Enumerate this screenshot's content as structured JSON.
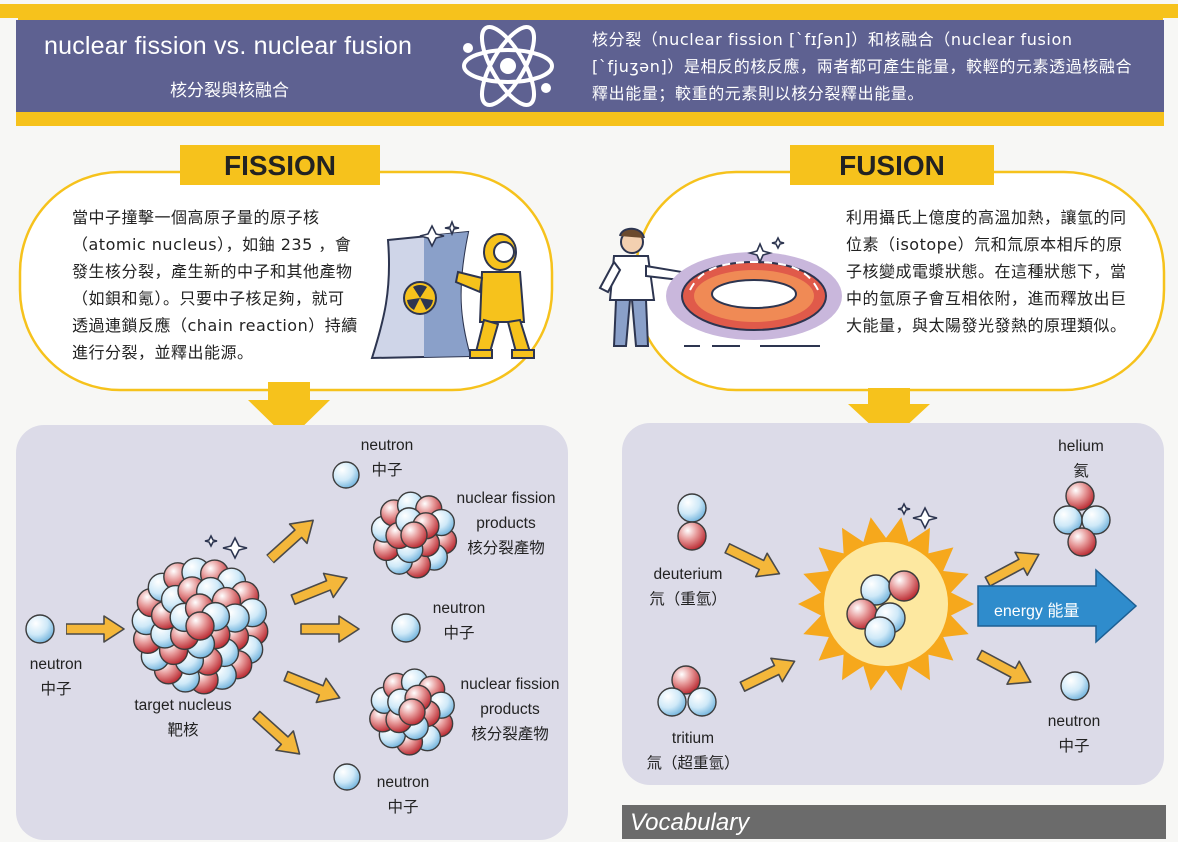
{
  "header": {
    "title": "nuclear fission vs. nuclear fusion",
    "subtitle": "核分裂與核融合",
    "description": "核分裂（nuclear fission [ˋfɪʃən]）和核融合（nuclear fusion [ˋfjuʒən]）是相反的核反應，兩者都可產生能量，較輕的元素透過核融合釋出能量；較重的元素則以核分裂釋出能量。",
    "icon": "atom-icon"
  },
  "fission": {
    "title": "FISSION",
    "text": "當中子撞擊一個高原子量的原子核（atomic nucleus），如鈾 235 ，會發生核分裂，產生新的中子和其他產物（如鋇和氪）。只要中子核足夠，就可透過連鎖反應（chain reaction）持續進行分裂，並釋出能源。",
    "labels": {
      "neutron_in_en": "neutron",
      "neutron_in_zh": "中子",
      "target_en": "target nucleus",
      "target_zh": "靶核",
      "neutron_top_en": "neutron",
      "neutron_top_zh": "中子",
      "products1_en1": "nuclear fission",
      "products1_en2": "products",
      "products1_zh": "核分裂產物",
      "neutron_mid_en": "neutron",
      "neutron_mid_zh": "中子",
      "products2_en1": "nuclear fission",
      "products2_en2": "products",
      "products2_zh": "核分裂產物",
      "neutron_bot_en": "neutron",
      "neutron_bot_zh": "中子"
    }
  },
  "fusion": {
    "title": "FUSION",
    "text": "利用攝氏上億度的高溫加熱，讓氫的同位素（isotope）氘和氚原本相斥的原子核變成電漿狀態。在這種狀態下，當中的氫原子會互相依附，進而釋放出巨大能量，與太陽發光發熱的原理類似。",
    "labels": {
      "deuterium_en": "deuterium",
      "deuterium_zh": "氘（重氫）",
      "tritium_en": "tritium",
      "tritium_zh": "氚（超重氫）",
      "helium_en": "helium",
      "helium_zh": "氦",
      "neutron_en": "neutron",
      "neutron_zh": "中子",
      "energy": "energy 能量"
    }
  },
  "vocab": "Vocabulary",
  "colors": {
    "banner": "#5e6191",
    "accent": "#f6c21c",
    "panel": "#dcdbe8",
    "proton": "#c8393f",
    "neutron": "#a8d4ef",
    "arrow": "#f4b73a",
    "energy": "#2f8ccc"
  }
}
